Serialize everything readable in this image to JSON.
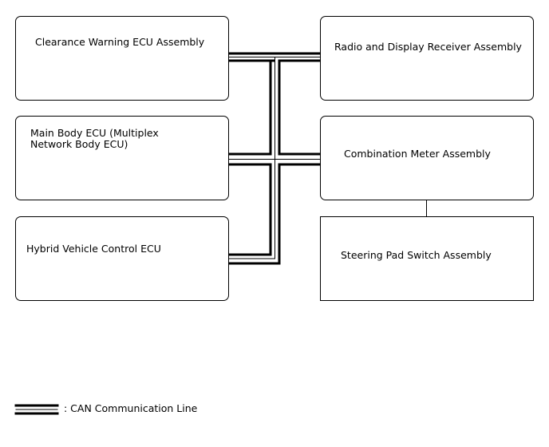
{
  "ecus": {
    "clearance_warning": "Clearance Warning ECU Assembly",
    "main_body": "Main Body ECU (Multiplex\nNetwork Body ECU)",
    "hybrid_vehicle": "Hybrid Vehicle Control ECU",
    "radio_display": "Radio and Display Receiver Assembly",
    "combination_meter": "Combination Meter Assembly",
    "steering_pad": "Steering Pad Switch Assembly"
  },
  "legend": {
    "label": ": CAN Communication Line"
  }
}
